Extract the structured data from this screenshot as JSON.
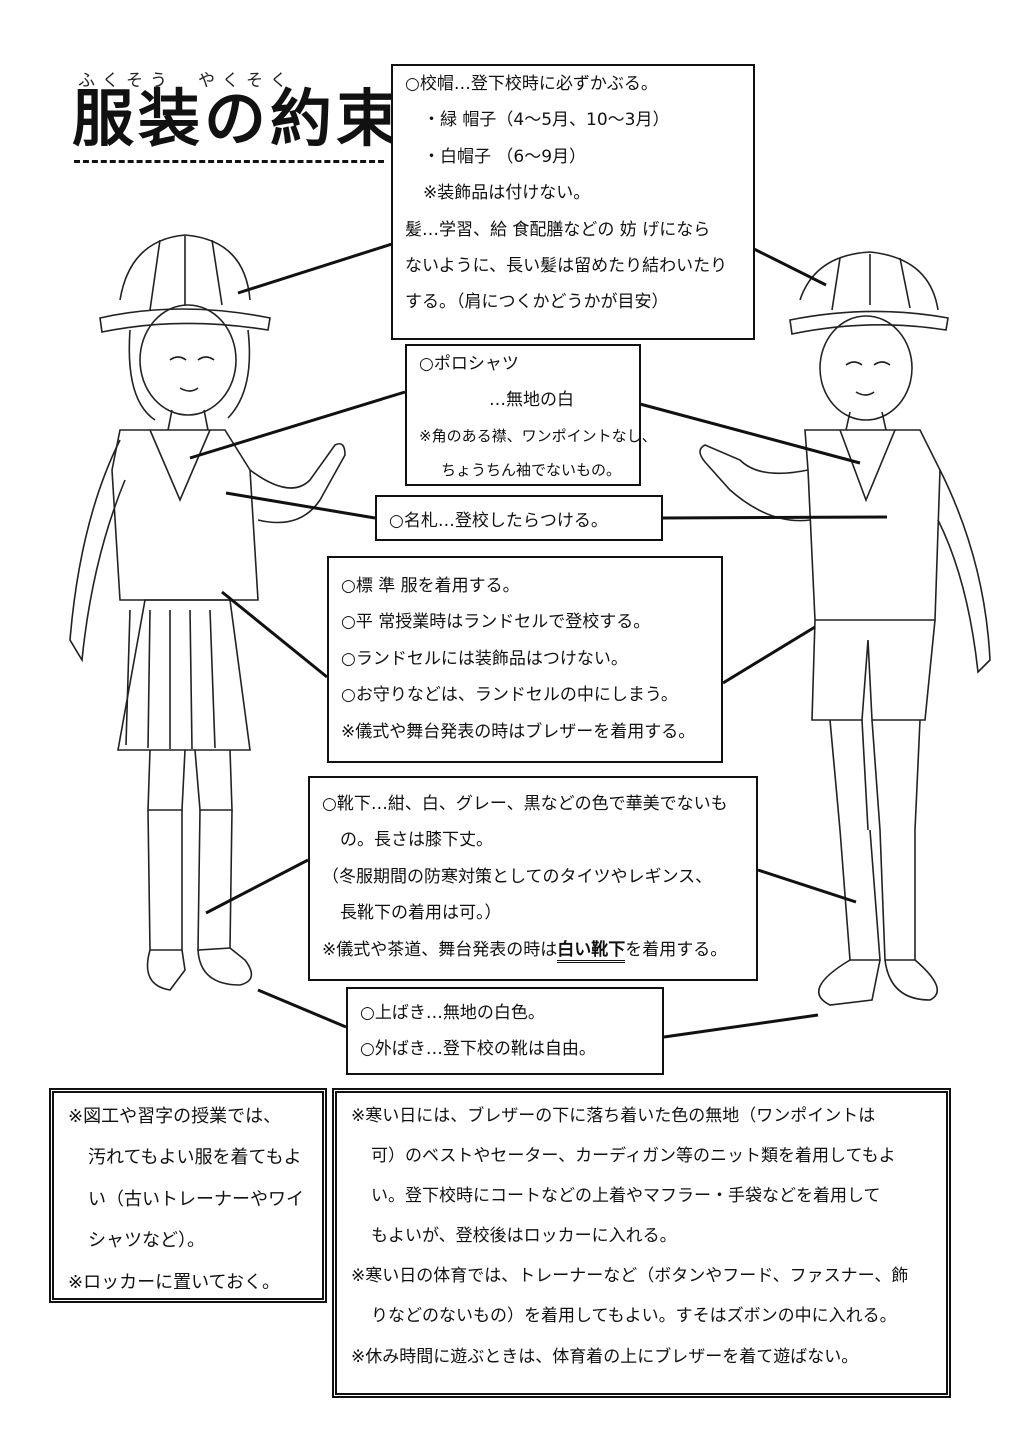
{
  "title": {
    "text": "服装の約束",
    "ruby": "ふくそう　やくそく"
  },
  "hat_box": {
    "lines": [
      "○校帽…登下校時に必ずかぶる。",
      "・緑 帽子（4～5月、10～3月）",
      "・白帽子 （6～9月）",
      "※装飾品は付けない。",
      "髪…学習、給 食配膳などの 妨 げになら",
      "ないように、長い髪は留めたり結わいたり",
      "する。（肩につくかどうかが目安）"
    ]
  },
  "polo_box": {
    "lines": [
      "○ポロシャツ",
      "…無地の白",
      "※角のある襟、ワンポイントなし、",
      "ちょうちん袖でないもの。"
    ]
  },
  "nameplate_box": {
    "lines": [
      "○名札…登校したらつける。"
    ]
  },
  "uniform_box": {
    "lines": [
      "○標 準 服を着用する。",
      "○平 常授業時はランドセルで登校する。",
      "○ランドセルには装飾品はつけない。",
      "○お守りなどは、ランドセルの中にしまう。",
      "※儀式や舞台発表の時はブレザーを着用する。"
    ]
  },
  "socks_box": {
    "lines": [
      "○靴下…紺、白、グレー、黒などの色で華美でないも",
      "の。長さは膝下丈。",
      "（冬服期間の防寒対策としてのタイツやレギンス、",
      "長靴下の着用は可。）"
    ],
    "last_prefix": "※儀式や茶道、舞台発表の時は",
    "last_emph": "白い靴下",
    "last_suffix": "を着用する。"
  },
  "shoes_box": {
    "lines": [
      "○上ばき…無地の白色。",
      "○外ばき…登下校の靴は自由。"
    ]
  },
  "art_box": {
    "lines": [
      "※図工や習字の授業では、",
      "汚れてもよい服を着てもよ",
      "い（古いトレーナーやワイ",
      "シャツなど）。",
      "※ロッカーに置いておく。"
    ]
  },
  "cold_box": {
    "lines": [
      "※寒い日には、ブレザーの下に落ち着いた色の無地（ワンポイントは",
      "可）のベストやセーター、カーディガン等のニット類を着用してもよ",
      "い。登下校時にコートなどの上着やマフラー・手袋などを着用して",
      "もよいが、登校後はロッカーに入れる。",
      "※寒い日の体育では、トレーナーなど（ボタンやフード、ファスナー、飾",
      "りなどのないもの）を着用してもよい。すそはズボンの中に入れる。",
      "※休み時間に遊ぶときは、体育着の上にブレザーを着て遊ばない。"
    ]
  }
}
